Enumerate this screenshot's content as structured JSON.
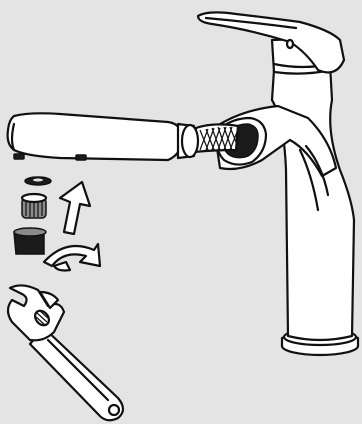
{
  "figure": {
    "background": "#e4e4e4",
    "line_color": "#111111",
    "fill_color": "#ffffff",
    "parts": [
      {
        "name": "faucet-body",
        "icon": "faucet"
      },
      {
        "name": "pull-out-spray-head",
        "icon": "spray-head"
      },
      {
        "name": "braided-hose",
        "icon": "hose"
      },
      {
        "name": "rubber-washer",
        "icon": "washer"
      },
      {
        "name": "aerator-insert",
        "icon": "aerator"
      },
      {
        "name": "aerator-housing",
        "icon": "housing"
      },
      {
        "name": "adjustable-wrench",
        "icon": "wrench"
      }
    ],
    "arrows": [
      {
        "name": "insert-up-arrow",
        "meaning": "insert"
      },
      {
        "name": "rotate-arrow",
        "meaning": "turn"
      }
    ]
  }
}
